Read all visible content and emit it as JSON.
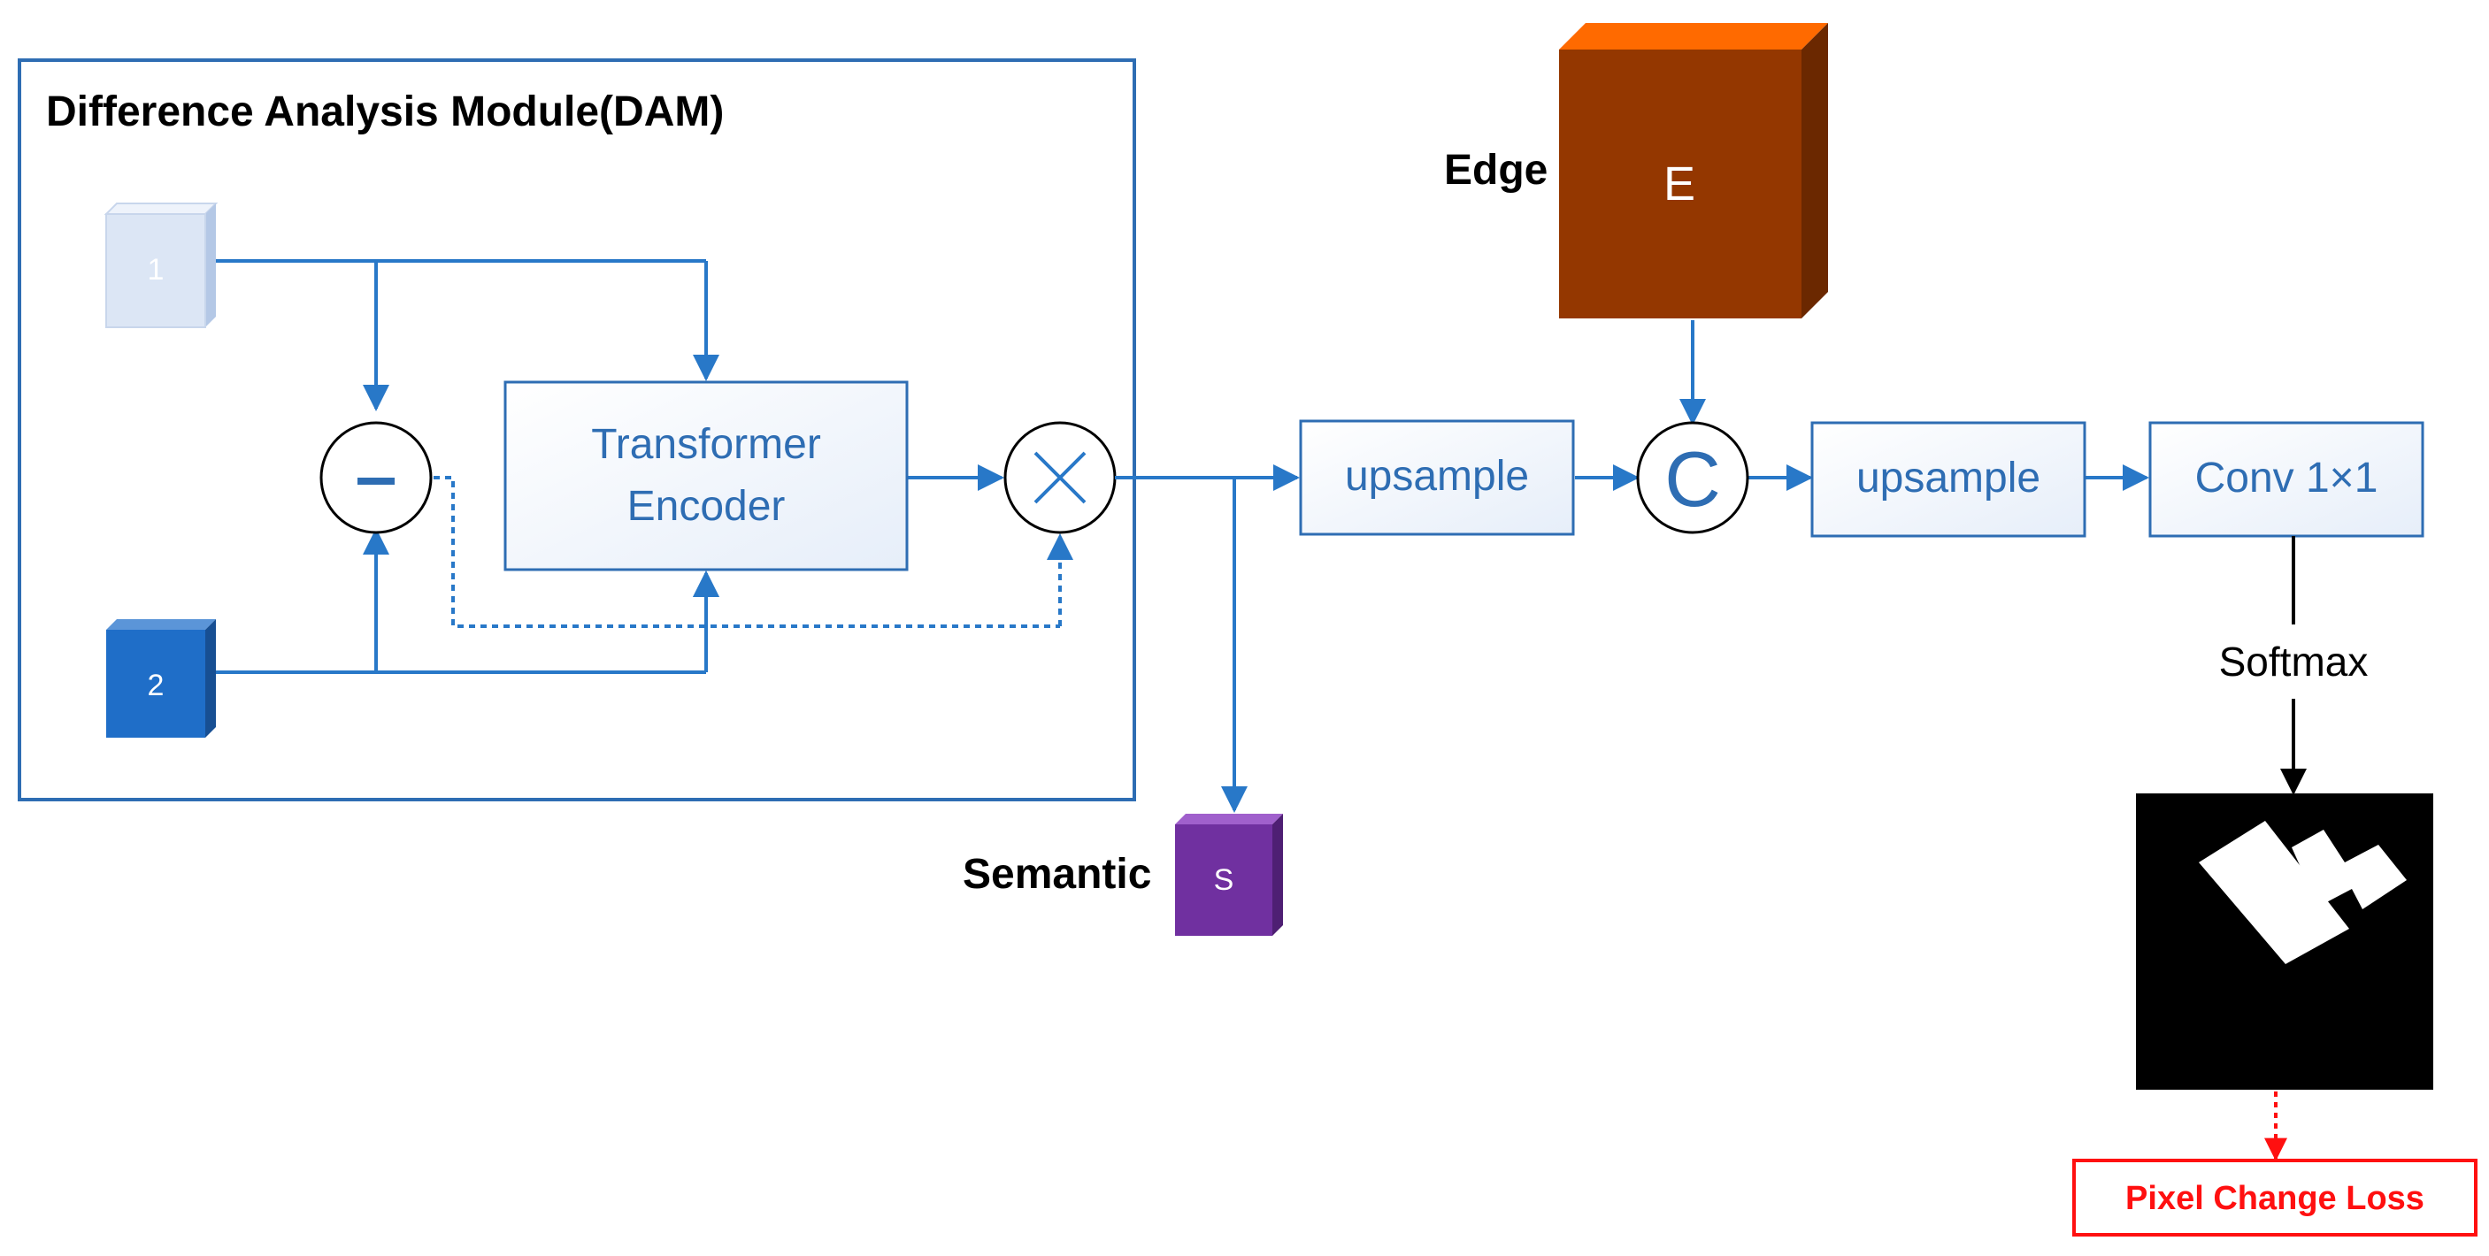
{
  "module": {
    "title": "Difference Analysis Module(DAM)"
  },
  "inputs": {
    "input1": "1",
    "input2": "2"
  },
  "operators": {
    "subtract": "-",
    "multiply": "×",
    "concat": "C"
  },
  "blocks": {
    "encoder_line1": "Transformer",
    "encoder_line2": "Encoder",
    "upsample1": "upsample",
    "upsample2": "upsample",
    "conv": "Conv 1×1"
  },
  "edge": {
    "label": "Edge",
    "cube": "E"
  },
  "semantic": {
    "label": "Semantic",
    "cube": "S"
  },
  "softmax": "Softmax",
  "loss": "Pixel Change Loss",
  "colors": {
    "line": "#2878c8",
    "box_stroke": "#2e6db3",
    "box_fill": "#f2f6fc",
    "input1": "#dce6f5",
    "input2": "#1f6ec8",
    "edge_cube": "#943700",
    "edge_top": "#ff6a00",
    "semantic_cube": "#7030a0",
    "loss": "#ff1010"
  },
  "icons": [
    "arrow-icon",
    "dotted-arrow-icon",
    "cube-icon",
    "change-mask-icon"
  ]
}
